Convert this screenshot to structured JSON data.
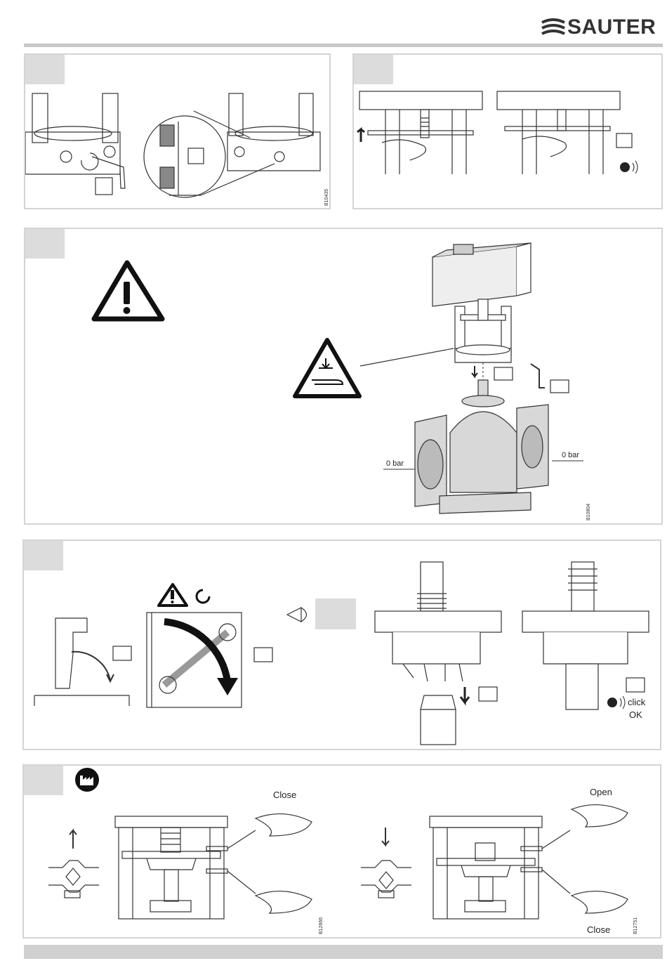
{
  "header": {
    "brand": "SAUTER"
  },
  "panel1": {
    "code": "B10435"
  },
  "panel3": {
    "code": "B10804",
    "pressure_left": "0 bar",
    "pressure_right": "0 bar"
  },
  "panel4": {
    "click_label": "click",
    "ok_label": "OK"
  },
  "panel5": {
    "close_top": "Close",
    "code_left": "B12666",
    "open_top": "Open",
    "close_bottom": "Close",
    "code_right": "B12751"
  },
  "colors": {
    "panel_border": "#d4d4d4",
    "tab": "#dcdcdc",
    "bar": "#c8c8c8"
  }
}
